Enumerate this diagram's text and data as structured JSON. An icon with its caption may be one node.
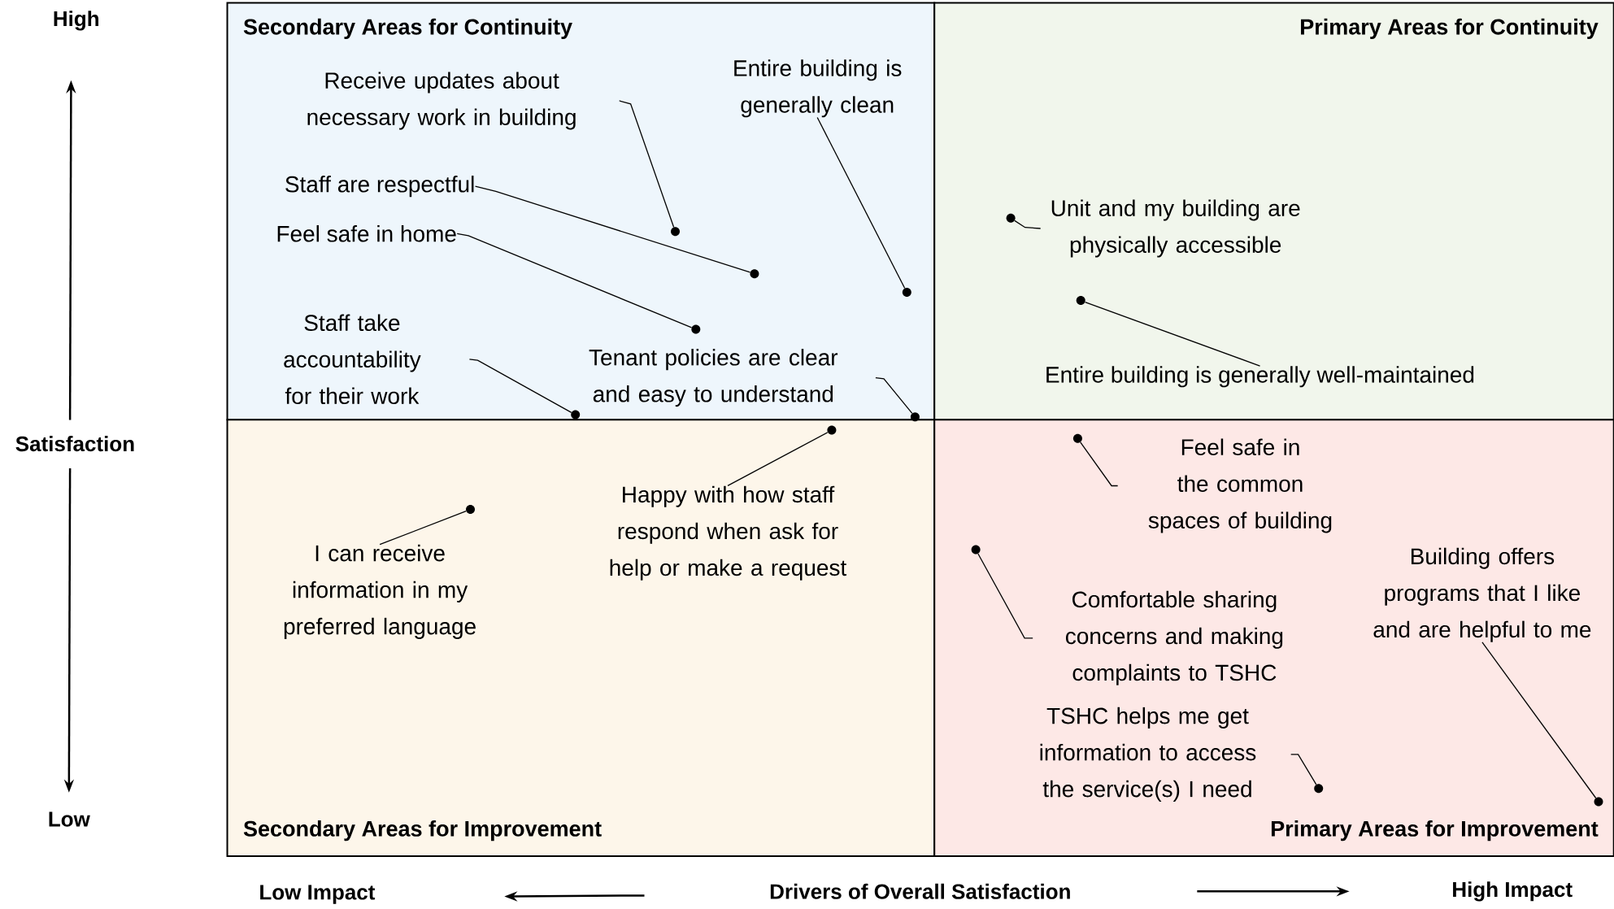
{
  "diagram": {
    "nodes": [
      {
        "text": [
          "Secondary Areas for Continuity"
        ]
      },
      {
        "text": [
          "Primary Areas for Continuity"
        ]
      },
      {
        "text": [
          "Secondary Areas for Improvement"
        ]
      },
      {
        "text": [
          "Primary Areas for Improvement"
        ]
      },
      {
        "text": [
          "Receive updates about necessary work in building"
        ],
        "in": 0
      },
      {
        "text": [
          "Entire building is generally clean"
        ],
        "in": 0
      },
      {
        "text": [
          "Staff are respectful"
        ],
        "in": 0
      },
      {
        "text": [
          "Feel safe in home"
        ],
        "in": 0
      },
      {
        "text": [
          "Staff take accountability for their work"
        ],
        "in": 0
      },
      {
        "text": [
          "Tenant policies are clear and easy to understand"
        ],
        "in": 0
      },
      {
        "text": [
          "Unit and my building are physically accessible"
        ],
        "in": 1
      },
      {
        "text": [
          "Entire building is generally well-maintained"
        ],
        "in": 1
      },
      {
        "text": [
          "Happy with how staff respond when ask for help or make a request"
        ],
        "in": 2
      },
      {
        "text": [
          "I can receive information in my preferred language"
        ],
        "in": 2
      },
      {
        "text": [
          "Feel safe in the common spaces of building"
        ],
        "in": 3
      },
      {
        "text": [
          "Comfortable sharing concerns and making complaints to TSHC"
        ],
        "in": 3
      },
      {
        "text": [
          "TSHC helps me get information to access the service(s) I need"
        ],
        "in": 3
      },
      {
        "text": [
          "Building offers programs that I like and are helpful to me"
        ],
        "in": 3
      },
      {
        "text": [],
        "shape": "circle",
        "in": 0
      },
      {
        "text": [],
        "shape": "circle",
        "in": 0
      },
      {
        "text": [],
        "shape": "circle",
        "in": 0
      },
      {
        "text": [],
        "shape": "circle",
        "in": 0
      },
      {
        "text": [],
        "shape": "circle",
        "in": 0
      },
      {
        "text": [],
        "shape": "circle",
        "in": 0
      },
      {
        "text": [],
        "shape": "circle",
        "in": 1
      },
      {
        "text": [],
        "shape": "circle",
        "in": 1
      },
      {
        "text": [],
        "shape": "circle",
        "in": 2
      },
      {
        "text": [],
        "shape": "circle",
        "in": 2
      },
      {
        "text": [],
        "shape": "circle",
        "in": 3
      },
      {
        "text": [],
        "shape": "circle",
        "in": 3
      },
      {
        "text": [],
        "shape": "circle",
        "in": 3
      },
      {
        "text": [],
        "shape": "circle",
        "in": 3
      }
    ],
    "edges": [
      {
        "from": 4,
        "to": 18,
        "arrow": "none"
      },
      {
        "from": 5,
        "to": 19,
        "arrow": "none"
      },
      {
        "from": 6,
        "to": 20,
        "arrow": "none"
      },
      {
        "from": 7,
        "to": 21,
        "arrow": "none"
      },
      {
        "from": 8,
        "to": 22,
        "arrow": "none"
      },
      {
        "from": 9,
        "to": 23,
        "arrow": "none"
      },
      {
        "from": 10,
        "to": 24,
        "arrow": "none"
      },
      {
        "from": 11,
        "to": 25,
        "arrow": "none"
      },
      {
        "from": 12,
        "to": 26,
        "arrow": "none"
      },
      {
        "from": 13,
        "to": 27,
        "arrow": "none"
      },
      {
        "from": 14,
        "to": 28,
        "arrow": "none"
      },
      {
        "from": 15,
        "to": 29,
        "arrow": "none"
      },
      {
        "from": 16,
        "to": 30,
        "arrow": "none"
      },
      {
        "from": 17,
        "to": 31,
        "arrow": "none"
      }
    ],
    "labels": [
      "High",
      "Satisfaction",
      "Low",
      "Low Impact",
      "Drivers of Overall Satisfaction",
      "High Impact"
    ]
  }
}
